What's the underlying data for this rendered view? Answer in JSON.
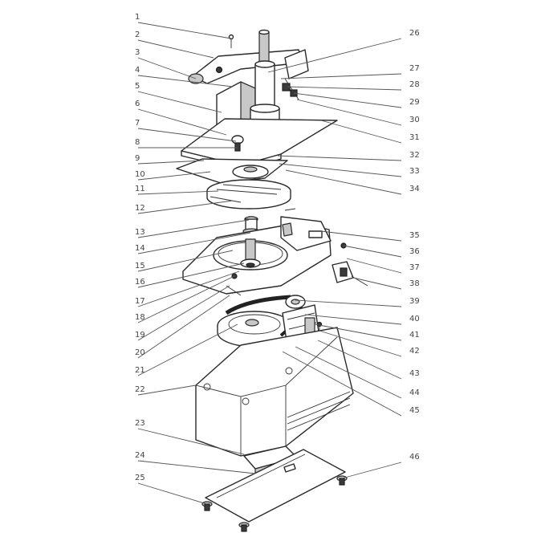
{
  "callouts_left": [
    "1",
    "2",
    "3",
    "4",
    "5",
    "6",
    "7",
    "8",
    "9",
    "10",
    "11",
    "12",
    "13",
    "14",
    "15",
    "16",
    "17",
    "18",
    "19",
    "20",
    "21",
    "22",
    "23",
    "24",
    "25"
  ],
  "callouts_right": [
    "26",
    "27",
    "28",
    "29",
    "30",
    "31",
    "32",
    "33",
    "34",
    "35",
    "36",
    "37",
    "38",
    "39",
    "40",
    "41",
    "42",
    "43",
    "44",
    "45",
    "46"
  ]
}
